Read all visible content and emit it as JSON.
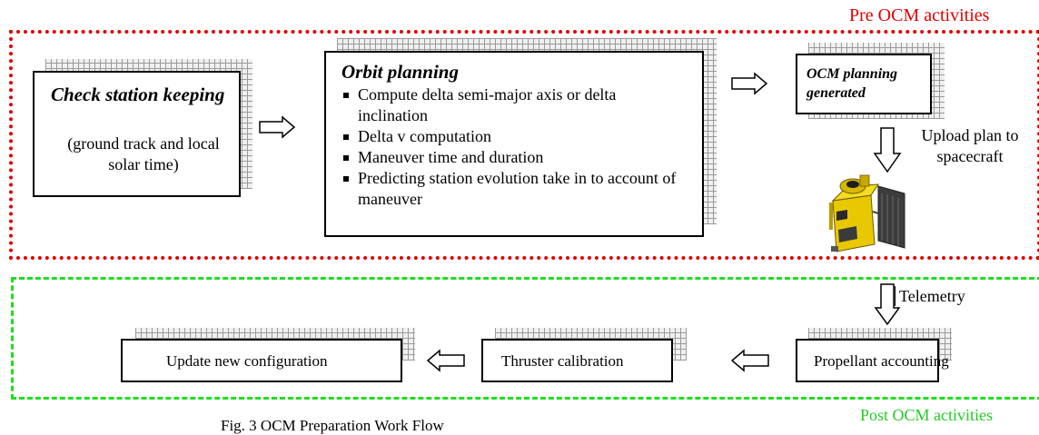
{
  "regions": {
    "pre_label": "Pre OCM activities",
    "post_label": "Post OCM activities"
  },
  "check_station": {
    "title": "Check station keeping",
    "body": "(ground track and local solar time)"
  },
  "orbit_planning": {
    "title": "Orbit planning",
    "items": [
      "Compute delta semi-major axis or delta inclination",
      "Delta v computation",
      "Maneuver time and duration",
      "Predicting station evolution take in to account of maneuver"
    ]
  },
  "ocm_planning": {
    "title": "OCM planning generated"
  },
  "upload_label": "Upload plan to spacecraft",
  "telemetry_label": "Telemetry",
  "post_boxes": {
    "propellant": "Propellant accounting",
    "thruster": "Thruster calibration",
    "update": "Update new configuration"
  },
  "caption": "Fig. 3 OCM Preparation Work Flow",
  "colors": {
    "pre": "#e00000",
    "post": "#22cc22"
  }
}
